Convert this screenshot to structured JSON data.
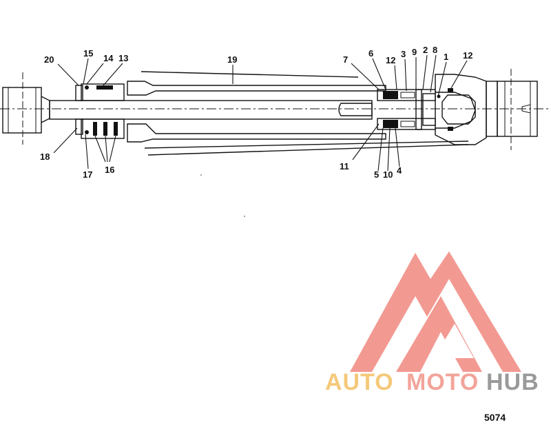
{
  "diagram": {
    "callouts": [
      {
        "id": "20",
        "text": "20"
      },
      {
        "id": "15",
        "text": "15"
      },
      {
        "id": "14",
        "text": "14"
      },
      {
        "id": "13",
        "text": "13"
      },
      {
        "id": "19",
        "text": "19"
      },
      {
        "id": "7",
        "text": "7"
      },
      {
        "id": "6",
        "text": "6"
      },
      {
        "id": "12a",
        "text": "12"
      },
      {
        "id": "3",
        "text": "3"
      },
      {
        "id": "9",
        "text": "9"
      },
      {
        "id": "2",
        "text": "2"
      },
      {
        "id": "8",
        "text": "8"
      },
      {
        "id": "1",
        "text": "1"
      },
      {
        "id": "12b",
        "text": "12"
      },
      {
        "id": "18",
        "text": "18"
      },
      {
        "id": "17",
        "text": "17"
      },
      {
        "id": "16",
        "text": "16"
      },
      {
        "id": "11",
        "text": "11"
      },
      {
        "id": "5",
        "text": "5"
      },
      {
        "id": "10",
        "text": "10"
      },
      {
        "id": "4",
        "text": "4"
      }
    ],
    "figure_number": "5074"
  },
  "watermark": {
    "auto": "AUTO",
    "moto": "MOTO",
    "hub": "HUB",
    "colors": {
      "auto": "#f5c97a",
      "moto": "#f2a49a",
      "hub": "#9a9a9a",
      "logo": "#f29a92"
    }
  }
}
